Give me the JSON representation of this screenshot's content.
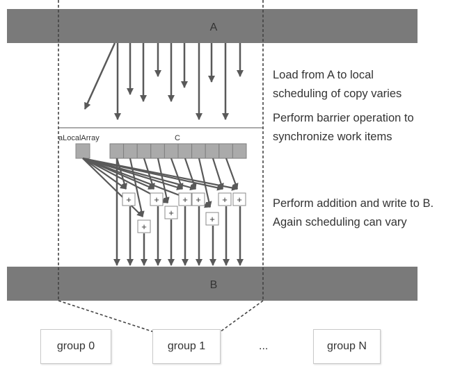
{
  "buffers": {
    "top_label": "A",
    "bottom_label": "B"
  },
  "local": {
    "array_label": "aLocalArray",
    "c_label": "C"
  },
  "notes": {
    "load_line1": "Load from A to local",
    "load_line2": "scheduling of copy varies",
    "barrier_line1": "Perform barrier operation to",
    "barrier_line2": "synchronize work items",
    "add_line1": "Perform addition and write to B.",
    "add_line2": "Again scheduling can vary"
  },
  "plus_symbol": "+",
  "groups": [
    "group 0",
    "group 1",
    "group N"
  ],
  "ellipsis": "...",
  "colors": {
    "bar": "#7a7a7a",
    "cell": "#aaaaaa",
    "arrow": "#595959",
    "text": "#333333"
  }
}
